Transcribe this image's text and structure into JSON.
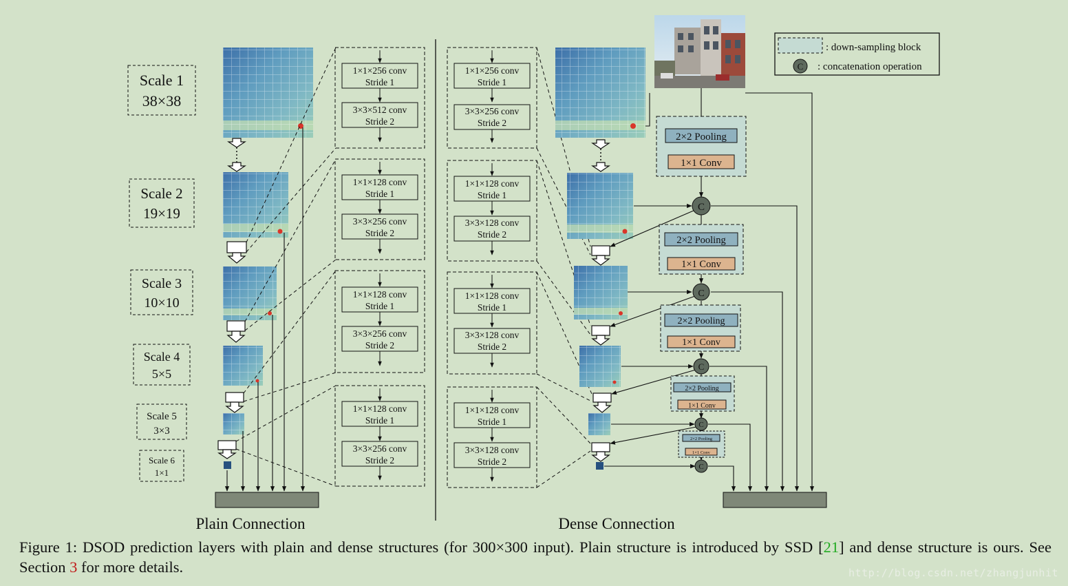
{
  "scales": [
    {
      "name": "Scale 1",
      "size": "38×38"
    },
    {
      "name": "Scale 2",
      "size": "19×19"
    },
    {
      "name": "Scale 3",
      "size": "10×10"
    },
    {
      "name": "Scale 4",
      "size": "5×5"
    },
    {
      "name": "Scale 5",
      "size": "3×3"
    },
    {
      "name": "Scale 6",
      "size": "1×1"
    }
  ],
  "plain_blocks": [
    {
      "conv1": "1×1×256 conv",
      "stride1": "Stride 1",
      "conv2": "3×3×512 conv",
      "stride2": "Stride 2"
    },
    {
      "conv1": "1×1×128 conv",
      "stride1": "Stride 1",
      "conv2": "3×3×256 conv",
      "stride2": "Stride 2"
    },
    {
      "conv1": "1×1×128 conv",
      "stride1": "Stride 1",
      "conv2": "3×3×256 conv",
      "stride2": "Stride 2"
    },
    {
      "conv1": "1×1×128 conv",
      "stride1": "Stride 1",
      "conv2": "3×3×256 conv",
      "stride2": "Stride 2"
    }
  ],
  "dense_blocks": [
    {
      "conv1": "1×1×256 conv",
      "stride1": "Stride 1",
      "conv2": "3×3×256 conv",
      "stride2": "Stride 2"
    },
    {
      "conv1": "1×1×128 conv",
      "stride1": "Stride 1",
      "conv2": "3×3×128 conv",
      "stride2": "Stride 2"
    },
    {
      "conv1": "1×1×128 conv",
      "stride1": "Stride 1",
      "conv2": "3×3×128 conv",
      "stride2": "Stride 2"
    },
    {
      "conv1": "1×1×128 conv",
      "stride1": "Stride 1",
      "conv2": "3×3×128 conv",
      "stride2": "Stride 2"
    }
  ],
  "downsample": {
    "pool": "2×2 Pooling",
    "conv": "1×1 Conv"
  },
  "concat_symbol": "C",
  "legend": {
    "downsampling": ": down-sampling block",
    "concat": ": concatenation operation"
  },
  "labels": {
    "plain": "Plain Connection",
    "dense": "Dense Connection"
  },
  "caption": {
    "part1": "Figure 1: DSOD prediction layers with plain and dense structures (for 300×300 input). Plain structure is introduced by SSD [",
    "ref1": "21",
    "part2": "] and dense structure is ours. See Section ",
    "ref2": "3",
    "part3": " for more details."
  },
  "watermark": "http://blog.csdn.net/zhangjunhit",
  "colors": {
    "background": "#d3e2c9",
    "downsample_fill": "#c5dbd3",
    "pool_fill": "#8fb1bf",
    "conv_fill": "#dcb48f",
    "concat_fill": "#5e6a5e",
    "output_bar": "#7f8878",
    "ref_green": "#22aa22",
    "ref_red": "#c01818"
  }
}
